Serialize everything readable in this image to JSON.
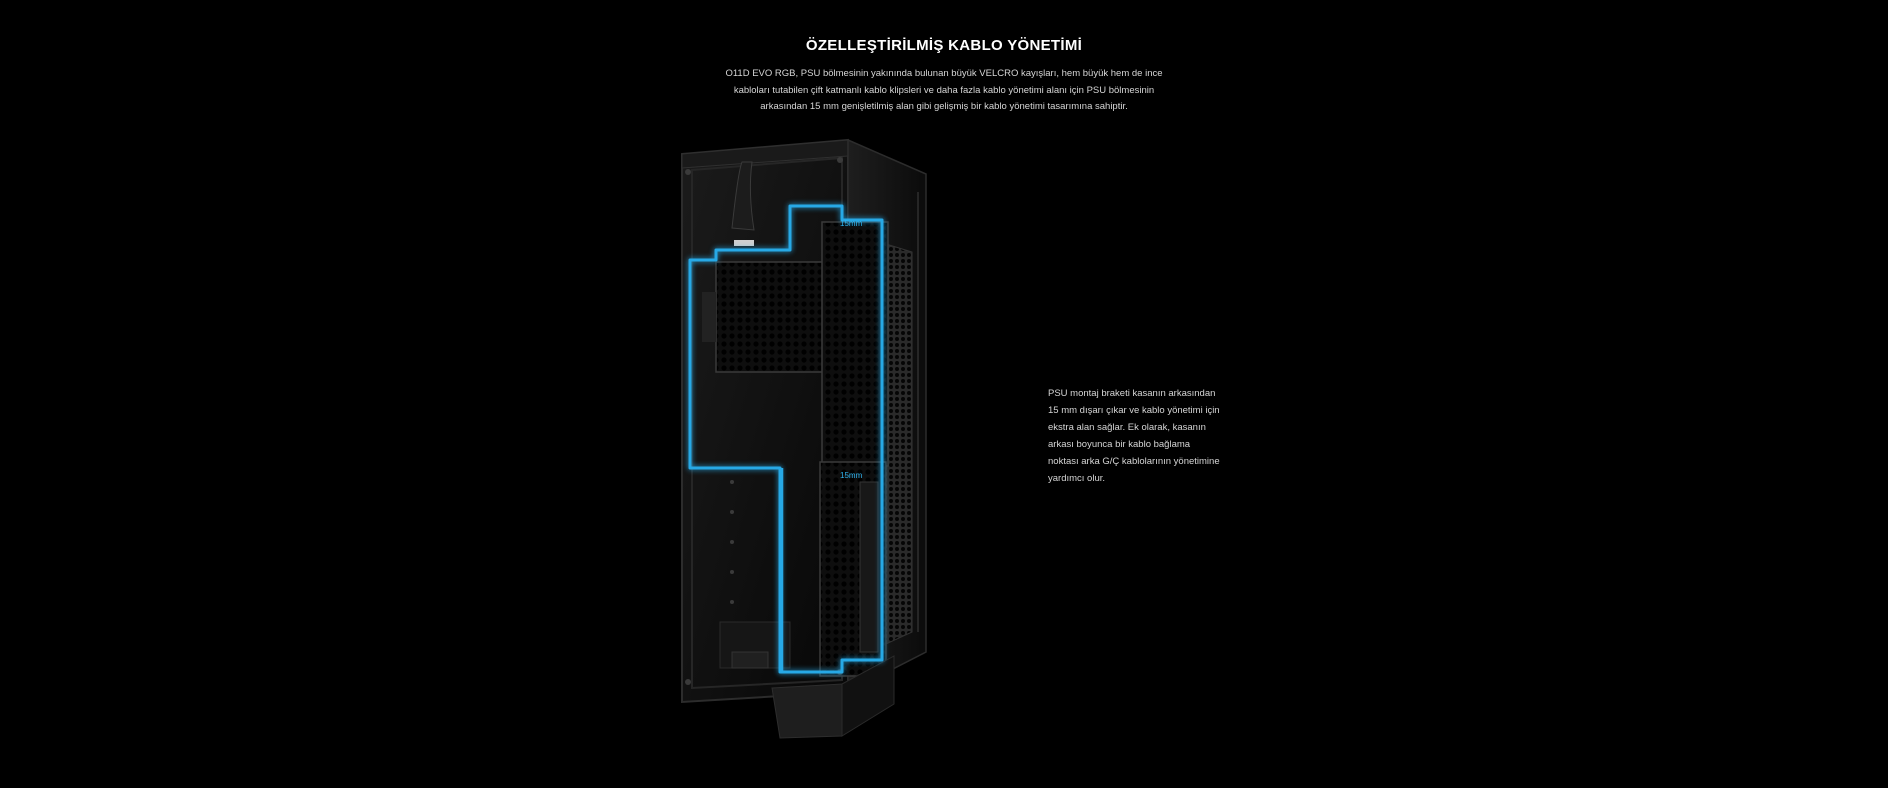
{
  "section": {
    "title": "ÖZELLEŞTİRİLMİŞ KABLO YÖNETİMİ",
    "intro_lines": [
      "O11D EVO RGB, PSU bölmesinin yakınında bulunan büyük VELCRO kayışları, hem büyük hem de ince",
      "kabloları tutabilen çift katmanlı kablo klipsleri ve daha fazla kablo yönetimi alanı için PSU bölmesinin",
      "arkasından 15 mm genişletilmiş alan gibi gelişmiş bir kablo yönetimi tasarımına sahiptir."
    ]
  },
  "image": {
    "upper_label": "15mm",
    "lower_label": "15mm",
    "highlight_color": "#27a9e6",
    "case_color": "#141414"
  },
  "side_note": {
    "lines": [
      "PSU montaj braketi kasanın arkasından",
      "15 mm dışarı çıkar ve kablo yönetimi için",
      "ekstra alan sağlar. Ek olarak, kasanın",
      "arkası boyunca bir kablo bağlama",
      "noktası arka G/Ç kablolarının yönetimine",
      "yardımcı olur."
    ]
  }
}
